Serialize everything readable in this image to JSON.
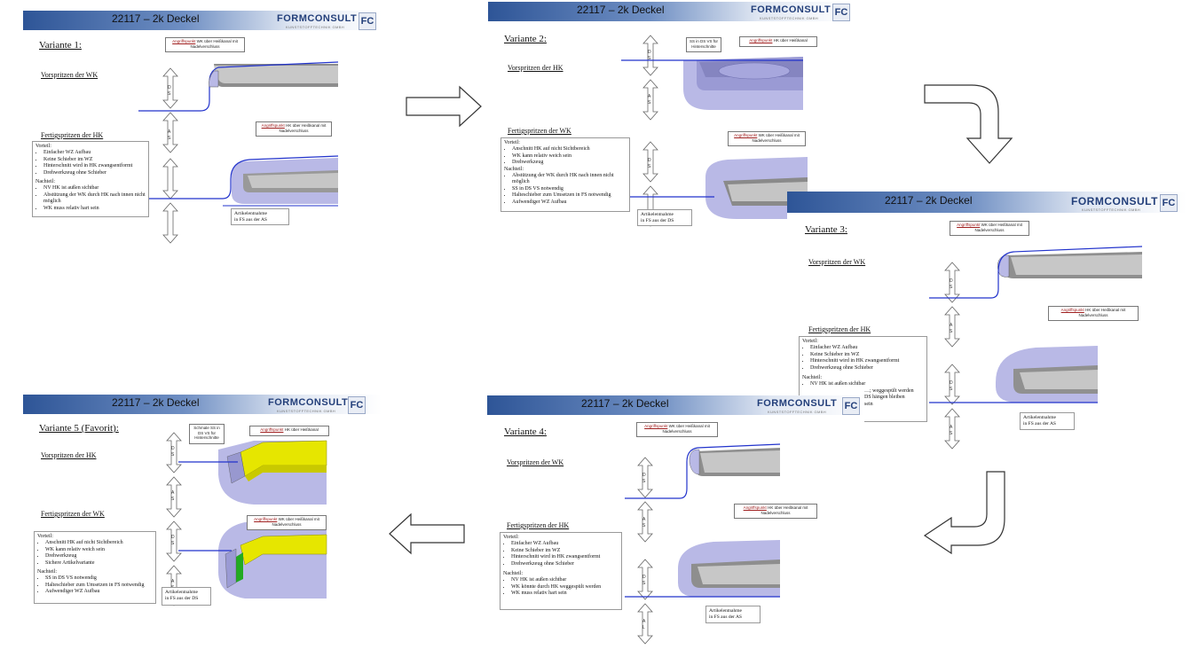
{
  "header_title": "22117 – 2k Deckel",
  "logo_text": "FORMCONSULT",
  "logo_sub": "KUNSTSTOFFTECHNIK GMBH",
  "logo_mark": "FC",
  "colors": {
    "header_blue": "#2e5597",
    "part_fill": "#b9b9e6",
    "yellow_insert": "#e6e600",
    "green_insert": "#22aa22",
    "contour_line": "#2233cc"
  },
  "axis": {
    "ds": "D S",
    "as": "A S"
  },
  "v1": {
    "title": "Variante 1:",
    "step1": "Vorspritzen der WK",
    "step2": "Fertigspritzen der HK",
    "callout1_red": "Angriffspunkt",
    "callout1_rest": "WK über Heißkanal mit Nadelverschluss",
    "callout2_red": "Angriffspunkt",
    "callout2_rest": "HK über Heißkanal mit Nadelverschluss",
    "vorteil": "Vorteil:",
    "pros": [
      "Einfacher WZ Aufbau",
      "Keine Schieber im WZ",
      "Hinterschnitt wird in HK zwangsentformt",
      "Drehwerkzeug ohne Schieber"
    ],
    "nachteil": "Nachteil:",
    "cons": [
      "NV HK ist außen sichtbar",
      "Abstützung der WK durch HK nach innen nicht möglich",
      "WK muss relativ hart sein"
    ],
    "removal_l1": "Artikelentnahme",
    "removal_l2": "in FS aus der AS"
  },
  "v2": {
    "title": "Variante 2:",
    "step1": "Vorspritzen der HK",
    "step2": "Fertigspritzen der WK",
    "callout1": "SS in DS VS für Hinterschnitte",
    "callout2_red": "Angriffspunkt",
    "callout2_rest": "HK über Heißkanal",
    "callout3_red": "Angriffspunkt",
    "callout3_rest": "WK über Heißkanal mit Nadelverschluss",
    "vorteil": "Vorteil:",
    "pros": [
      "Anschnitt HK auf nicht Sichtbereich",
      "WK kann relativ weich sein",
      "Drehwerkzeug"
    ],
    "nachteil": "Nachteil:",
    "cons": [
      "Abstützung der WK durch HK nach innen nicht möglich",
      "SS in DS VS notwendig",
      "Halteschieber zum Umsetzen in FS notwendig",
      "Aufwendiger WZ Aufbau"
    ],
    "removal_l1": "Artikelentnahme",
    "removal_l2": "in FS aus der DS"
  },
  "v3": {
    "title": "Variante 3:",
    "step1": "Vorspritzen der WK",
    "step2": "Fertigspritzen der HK",
    "callout1_red": "Angriffspunkt",
    "callout1_rest": "WK über Heißkanal mit Nadelverschluss",
    "callout2_red": "Angriffspunkt",
    "callout2_rest": "HK über Heißkanal mit Nadelverschluss",
    "vorteil": "Vorteil:",
    "pros": [
      "Einfacher WZ Aufbau",
      "Keine Schieber im WZ",
      "Hinterschnitt wird in HK zwangsentformt",
      "Drehwerkzeug ohne Schieber"
    ],
    "nachteil": "Nachteil:",
    "cons_visible": [
      "NV HK ist außen sichtbar",
      "…; weggespült werden",
      "DS hängen bleiben",
      "sein"
    ],
    "removal_l1": "Artikelentnahme",
    "removal_l2": "in FS aus der AS"
  },
  "v4": {
    "title": "Variante 4:",
    "step1": "Vorspritzen der WK",
    "step2": "Fertigspritzen der HK",
    "callout1_red": "Angriffspunkt",
    "callout1_rest": "WK über Heißkanal mit Nadelverschluss",
    "callout2_red": "Angriffspunkt",
    "callout2_rest": "HK über Heißkanal mit Nadelverschluss",
    "vorteil": "Vorteil:",
    "pros": [
      "Einfacher WZ Aufbau",
      "Keine Schieber im WZ",
      "Hinterschnitt wird in HK zwangsentformt",
      "Drehwerkzeug ohne Schieber"
    ],
    "nachteil": "Nachteil:",
    "cons": [
      "NV HK ist außen sichtbar",
      "WK könnte durch HK weggespült werden",
      "WK muss relativ hart sein"
    ],
    "removal_l1": "Artikelentnahme",
    "removal_l2": "in FS aus der AS"
  },
  "v5": {
    "title": "Variante 5 (Favorit):",
    "step1": "Vorspritzen der HK",
    "step2": "Fertigspritzen der WK",
    "callout1": "Schmale SS in DS VS für Hinterschnitte",
    "callout2_red": "Angriffspunkt",
    "callout2_rest": "HK über Heißkanal",
    "callout3_red": "Angriffspunkt",
    "callout3_rest": "WK über Heißkanal mit Nadelverschluss",
    "vorteil": "Vorteil:",
    "pros": [
      "Anschnitt HK auf nicht Sichtbereich",
      "WK kann relativ weich sein",
      "Drehwerkzeug",
      "Sichere Artikelvariante"
    ],
    "nachteil": "Nachteil:",
    "cons": [
      "SS in DS VS notwendig",
      "Halteschieber zum Umsetzen in FS notwendig",
      "Aufwendiger WZ Aufbau"
    ],
    "removal_l1": "Artikelentnahme",
    "removal_l2": "in FS aus der DS"
  }
}
